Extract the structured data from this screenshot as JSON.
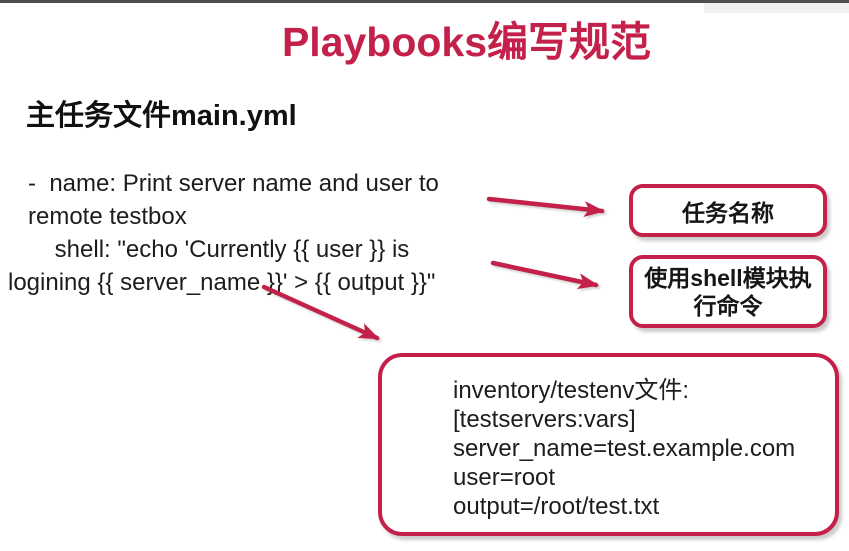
{
  "page": {
    "title": "Playbooks编写规范",
    "subtitle": "主任务文件main.yml"
  },
  "code_block": {
    "text": "   -  name: Print server name and user to\n   remote testbox\n       shell: \"echo 'Currently {{ user }} is\nlogining {{ server_name }}' > {{ output }}\""
  },
  "callouts": {
    "task_name_label": "任务名称",
    "shell_module_label": "使用shell模块执\n行命令"
  },
  "inventory_box": {
    "text": "inventory/testenv文件:\n[testservers:vars]\nserver_name=test.example.com\nuser=root\noutput=/root/test.txt"
  },
  "colors": {
    "accent": "#c3214a",
    "text": "#1d1d1d",
    "top_bar": "#4e4e4e"
  }
}
